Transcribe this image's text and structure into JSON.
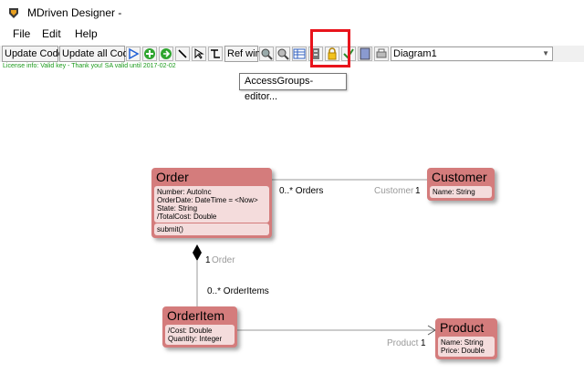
{
  "window": {
    "title": "MDriven Designer -"
  },
  "menu": {
    "items": [
      "File",
      "Edit",
      "Help"
    ]
  },
  "toolbar": {
    "update_code": "Update Code",
    "update_all_code": "Update all Code",
    "ref_win": "Ref win",
    "diagram_selected": "Diagram1",
    "icons": [
      "play-icon",
      "add-green-icon",
      "add-green-circle-icon",
      "line-tool-icon",
      "select-arrow-icon",
      "association-tool-icon",
      "zoom-in-icon",
      "zoom-out-icon",
      "grid-icon",
      "accessgroups-icon",
      "lock-icon",
      "check-icon",
      "document-icon",
      "print-icon"
    ]
  },
  "license_info": "License info:  Valid key - Thank you! SA valid until 2017-02-02",
  "tooltip": "AccessGroups-editor...",
  "diagram": {
    "classes": {
      "order": {
        "name": "Order",
        "attributes": [
          "Number: AutoInc",
          "OrderDate: DateTime = <Now>",
          "State: String",
          "/TotalCost: Double"
        ],
        "methods": [
          "submit()"
        ]
      },
      "customer": {
        "name": "Customer",
        "attributes": [
          "Name: String"
        ]
      },
      "orderitem": {
        "name": "OrderItem",
        "attributes": [
          "/Cost: Double",
          "Quantity: Integer"
        ]
      },
      "product": {
        "name": "Product",
        "attributes": [
          "Name: String",
          "Price: Double"
        ]
      }
    },
    "associations": {
      "order_customer": {
        "left_label": "0..* Orders",
        "right_role": "Customer",
        "right_mult": "1"
      },
      "order_orderitem": {
        "top_role": "Order",
        "top_mult": "1",
        "bottom_label": "0..* OrderItems"
      },
      "orderitem_product": {
        "role": "Product",
        "mult": "1"
      }
    }
  },
  "colors": {
    "class_header": "#d47c7c",
    "class_body": "#f4dcdc",
    "highlight": "#e8141c",
    "license_text": "#1a9a1a"
  }
}
